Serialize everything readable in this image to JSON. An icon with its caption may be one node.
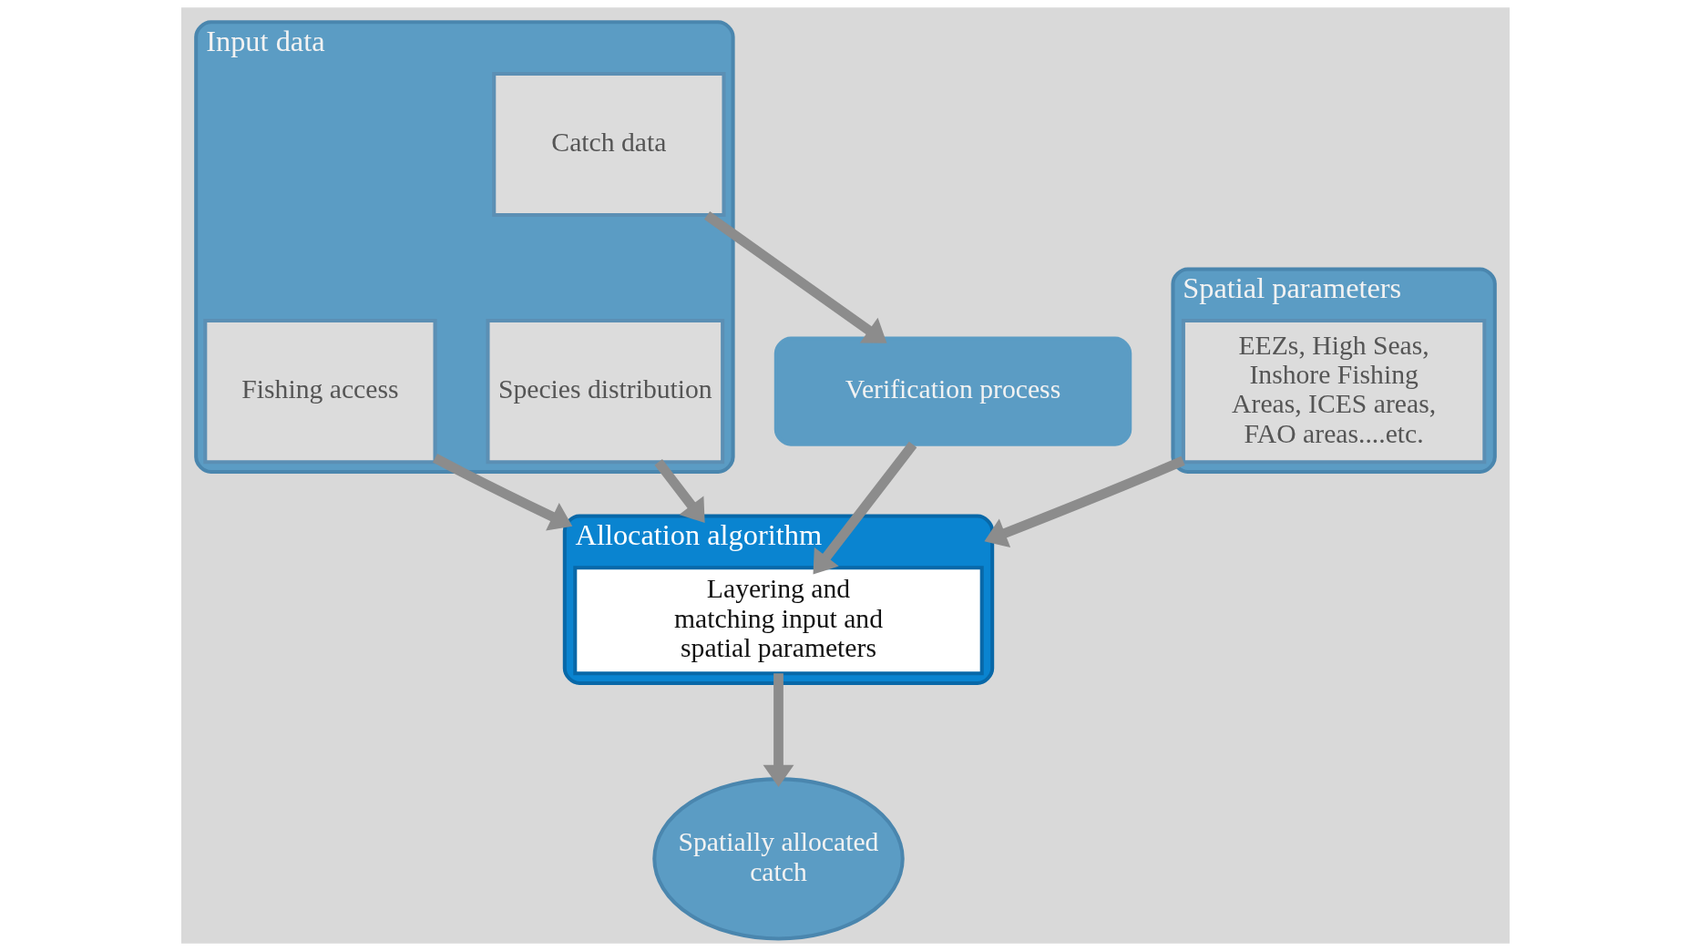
{
  "diagram": {
    "nodes": [
      {
        "text": [
          "Input data"
        ]
      },
      {
        "text": [
          "Catch data"
        ],
        "in": 0
      },
      {
        "text": [
          "Species distribution"
        ],
        "in": 0
      },
      {
        "text": [
          "Fishing access"
        ],
        "in": 0
      },
      {
        "text": [
          "Spatial parameters"
        ]
      },
      {
        "text": [
          "EEZs, High Seas, Inshore Fishing Areas, ICES areas, FAO areas....etc."
        ],
        "in": 4
      },
      {
        "text": [
          "Verification process"
        ]
      },
      {
        "text": [
          "Allocation algorithm"
        ]
      },
      {
        "text": [
          "Layering and matching input and spatial parameters"
        ],
        "in": 7
      },
      {
        "text": [
          "Spatially allocated catch"
        ]
      }
    ],
    "edges": [
      {
        "from": 1,
        "to": 6,
        "arrow": "to"
      },
      {
        "from": 2,
        "to": 7,
        "arrow": "to"
      },
      {
        "from": 3,
        "to": 7,
        "arrow": "to"
      },
      {
        "from": 5,
        "to": 7,
        "arrow": "to"
      },
      {
        "from": 6,
        "to": 8,
        "arrow": "to"
      },
      {
        "from": 8,
        "to": 9,
        "arrow": "to"
      }
    ]
  }
}
